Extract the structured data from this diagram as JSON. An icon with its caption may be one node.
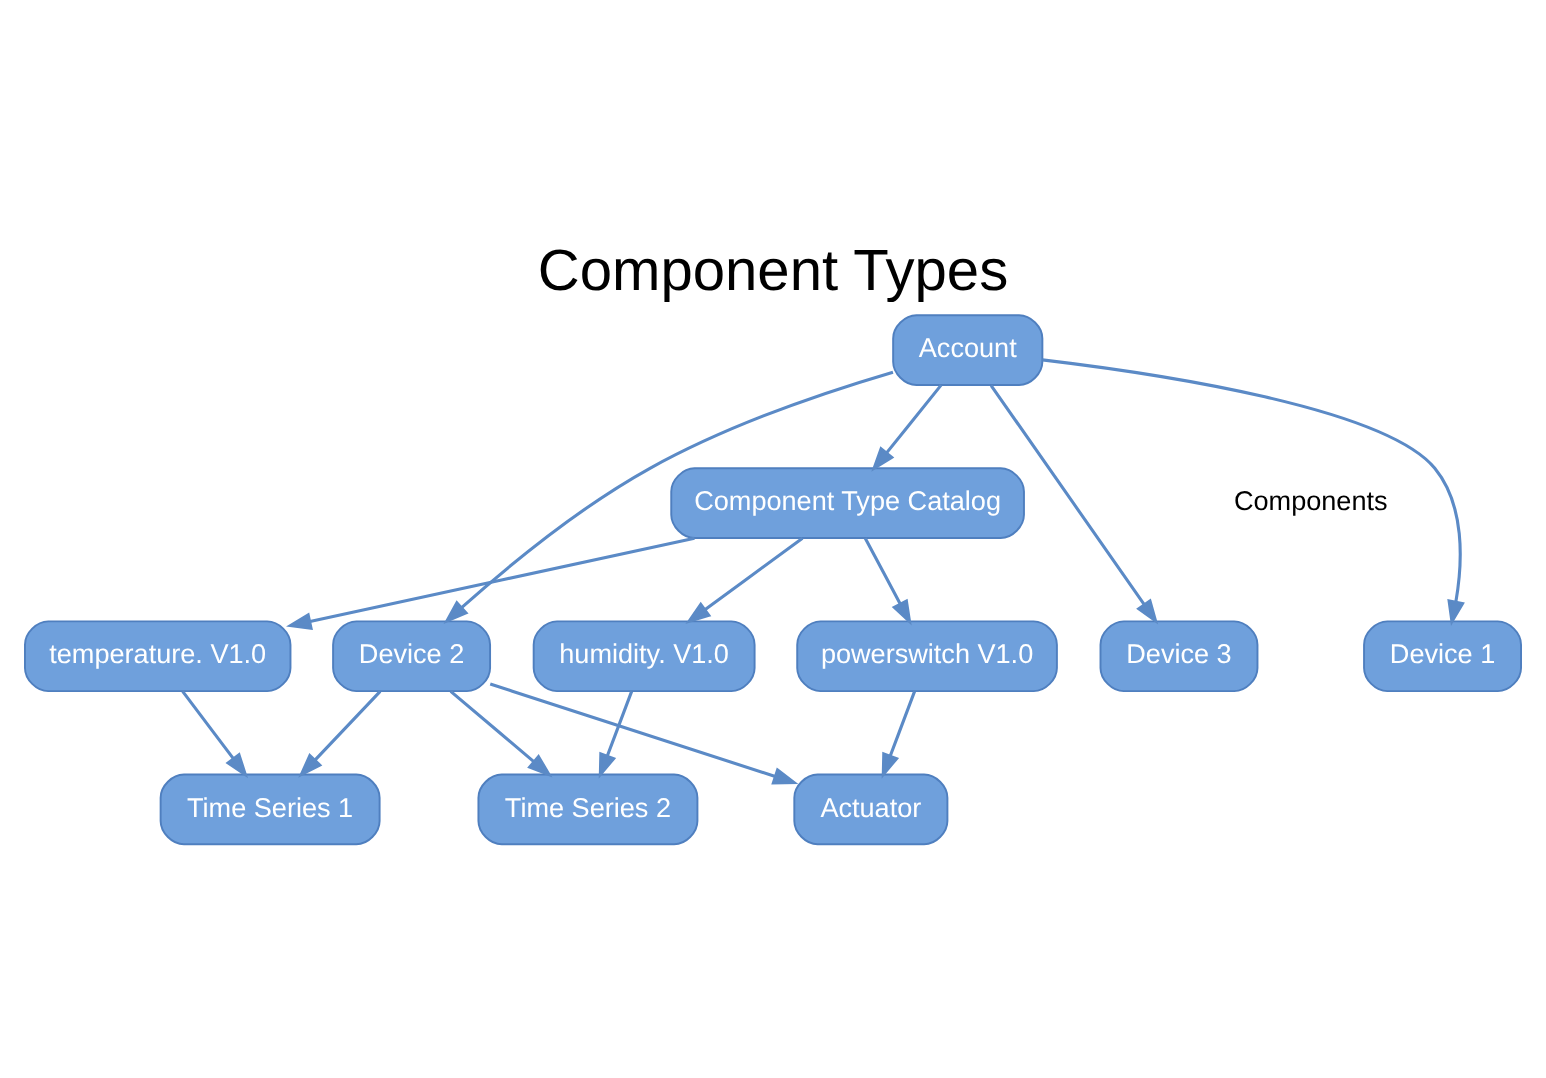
{
  "diagram": {
    "title": "Component Types",
    "nodes": [
      {
        "text": [
          "Account"
        ]
      },
      {
        "text": [
          "Device 1"
        ]
      },
      {
        "text": [
          "Device 2"
        ]
      },
      {
        "text": [
          "Device 3"
        ]
      },
      {
        "text": [
          "Component Type Catalog"
        ]
      },
      {
        "text": [
          "temperature. V1.0"
        ]
      },
      {
        "text": [
          "humidity. V1.0"
        ]
      },
      {
        "text": [
          "powerswitch V1.0"
        ]
      },
      {
        "text": [
          "Time Series 1"
        ]
      },
      {
        "text": [
          "Time Series 2"
        ]
      },
      {
        "text": [
          "Actuator"
        ]
      }
    ],
    "edges": [
      {
        "from": 0,
        "to": 1,
        "arrow": "to"
      },
      {
        "from": 0,
        "to": 2,
        "arrow": "to"
      },
      {
        "from": 0,
        "to": 3,
        "arrow": "to"
      },
      {
        "from": 0,
        "to": 4,
        "arrow": "to"
      },
      {
        "from": 4,
        "to": 5,
        "arrow": "to"
      },
      {
        "from": 4,
        "to": 6,
        "arrow": "to"
      },
      {
        "from": 4,
        "to": 7,
        "arrow": "to"
      },
      {
        "from": 2,
        "to": 8,
        "arrow": "to"
      },
      {
        "from": 2,
        "to": 9,
        "arrow": "to"
      },
      {
        "from": 2,
        "to": 10,
        "arrow": "to"
      },
      {
        "from": 5,
        "to": 8,
        "arrow": "to"
      },
      {
        "from": 6,
        "to": 9,
        "arrow": "to"
      },
      {
        "from": 7,
        "to": 10,
        "arrow": "to"
      }
    ],
    "labels": [
      "Components"
    ]
  }
}
